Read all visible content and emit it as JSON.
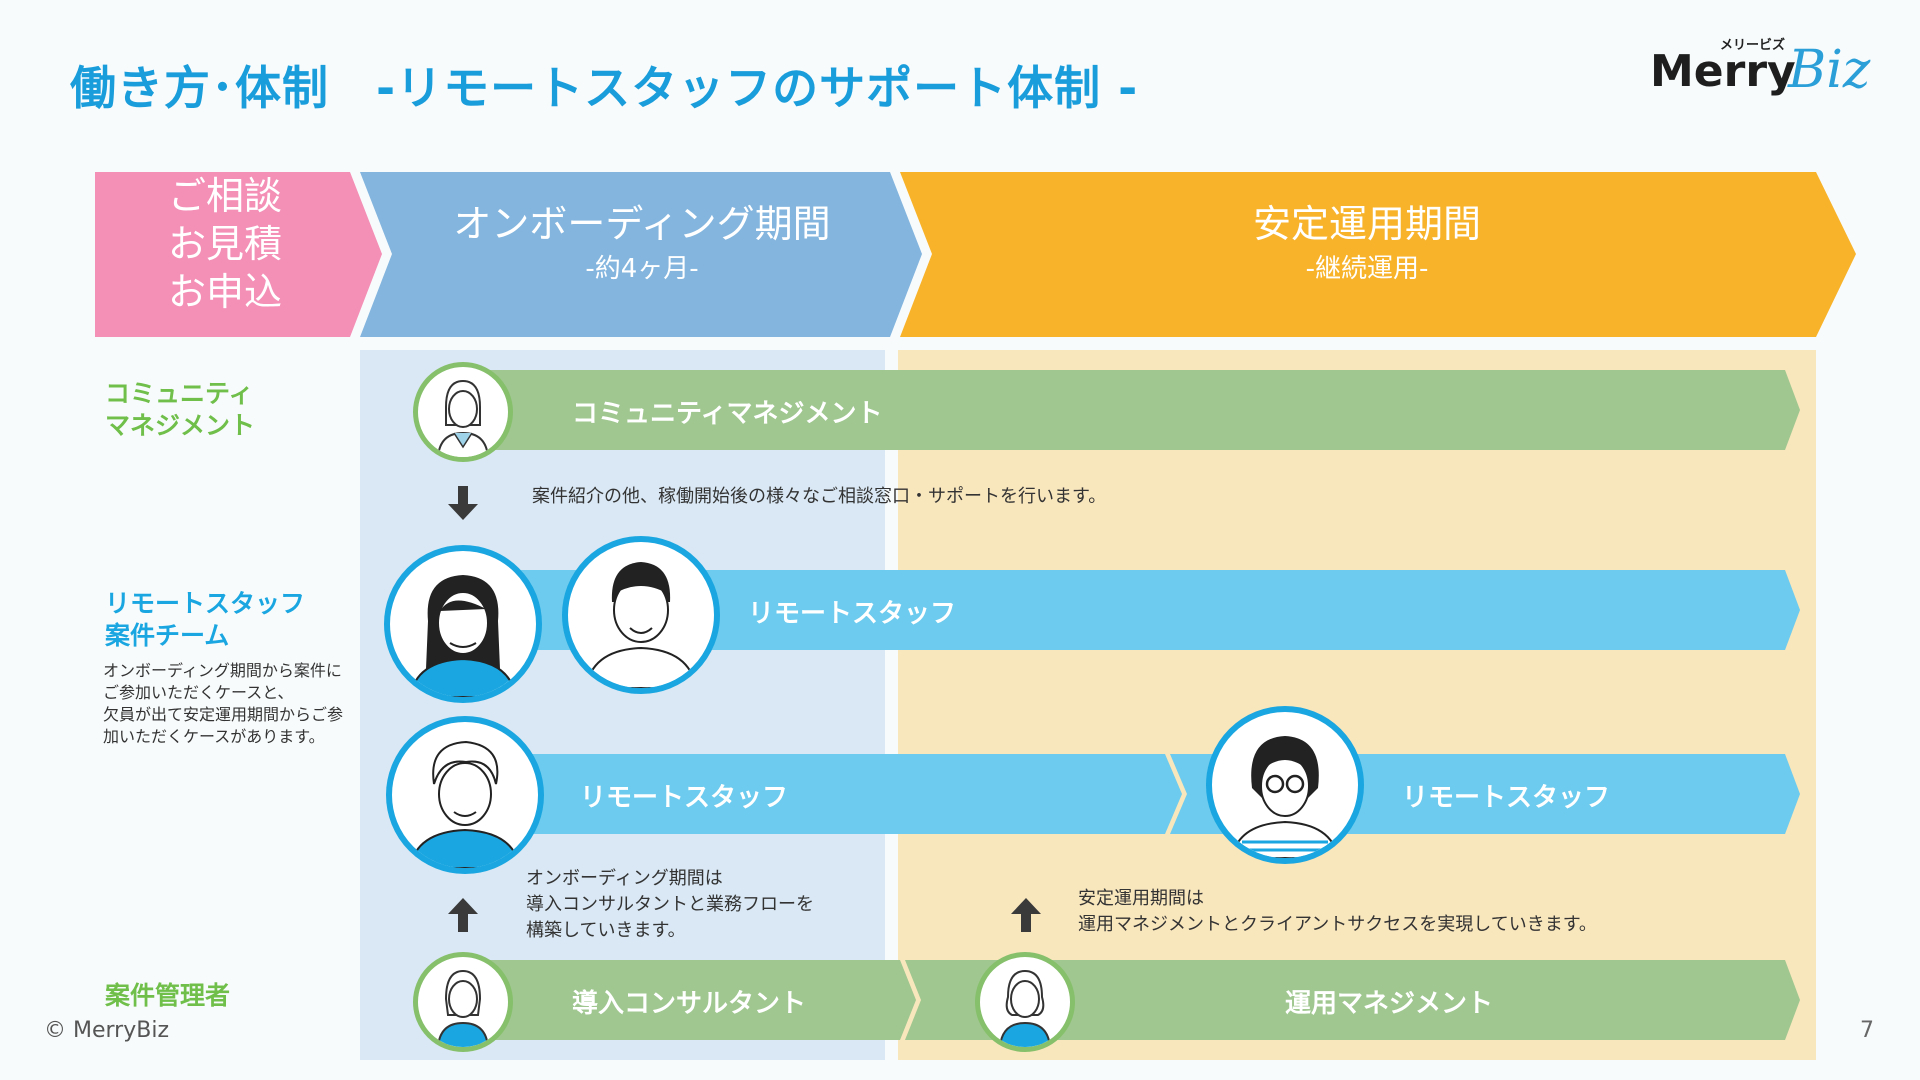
{
  "page": {
    "title": "働き方･体制　-リモートスタッフのサポート体制 -",
    "page_number": "7",
    "copyright": "© MerryBiz"
  },
  "logo": {
    "small": "メリービズ",
    "merry": "Merry",
    "biz": "Biz"
  },
  "phases": {
    "consult": [
      "ご相談",
      "お見積",
      "お申込"
    ],
    "onboarding": {
      "title": "オンボーディング期間",
      "sub": "-約4ヶ月-"
    },
    "stable": {
      "title": "安定運用期間",
      "sub": "-継続運用-"
    }
  },
  "rows": {
    "community_label": [
      "コミュニティ",
      "マネジメント"
    ],
    "staff_label": [
      "リモートスタッフ",
      "案件チーム"
    ],
    "staff_note": [
      "オンボーディング期間から案件に",
      "ご参加いただくケースと、",
      "欠員が出て安定運用期間からご参",
      "加いただくケースがあります。"
    ],
    "manager_label": "案件管理者"
  },
  "bars": {
    "community": "コミュニティマネジメント",
    "staff1": "リモートスタッフ",
    "staff2a": "リモートスタッフ",
    "staff2b": "リモートスタッフ",
    "consultant": "導入コンサルタント",
    "ops": "運用マネジメント"
  },
  "descriptions": {
    "community": "案件紹介の他、稼働開始後の様々なご相談窓口・サポートを行います。",
    "onboarding": [
      "オンボーディング期間は",
      "導入コンサルタントと業務フローを",
      "構築していきます。"
    ],
    "stable": [
      "安定運用期間は",
      "運用マネジメントとクライアントサクセスを実現していきます。"
    ]
  },
  "colors": {
    "pink": "#f48fb6",
    "blue_phase": "#83b5de",
    "orange": "#f8b32b",
    "green_bar": "#9fc78f",
    "blue_bar": "#6ccbee",
    "title_blue": "#1a9ddb"
  }
}
